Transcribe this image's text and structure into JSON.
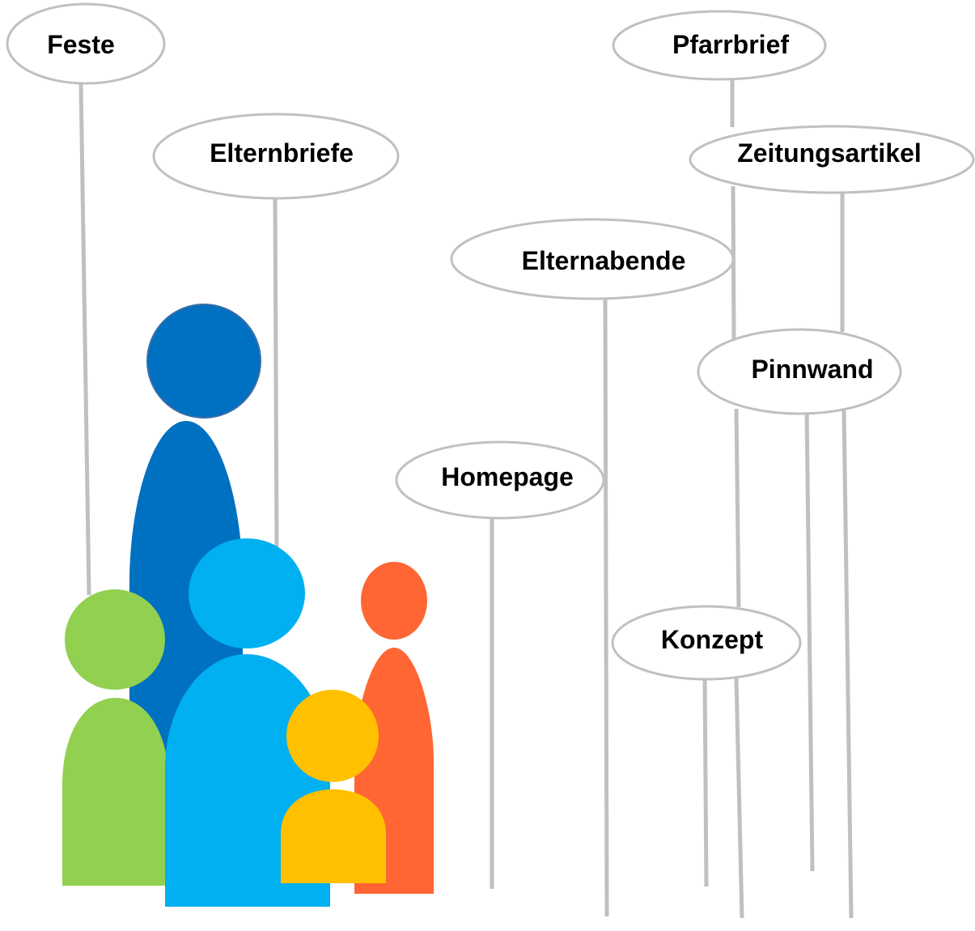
{
  "bubbles": {
    "feste": "Feste",
    "elternbriefe": "Elternbriefe",
    "pfarrbrief": "Pfarrbrief",
    "zeitungsartikel": "Zeitungsartikel",
    "elternabende": "Elternabende",
    "pinnwand": "Pinnwand",
    "homepage": "Homepage",
    "konzept": "Konzept"
  },
  "colors": {
    "line": "#c0c0c0",
    "bubble_stroke": "#c0c0c0",
    "figure_dark_blue": "#0070c0",
    "figure_light_blue": "#00b0f0",
    "figure_green": "#92d050",
    "figure_orange": "#ff6633",
    "figure_yellow": "#ffc000"
  }
}
